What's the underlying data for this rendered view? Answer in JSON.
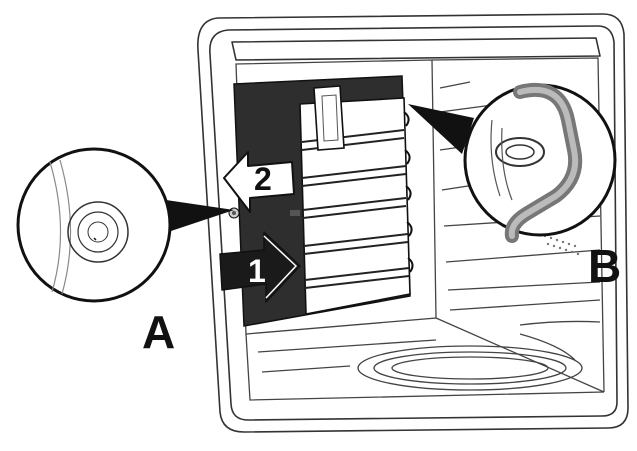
{
  "labels": {
    "callout_a": "A",
    "callout_b": "B",
    "step_1": "1",
    "step_2": "2"
  },
  "colors": {
    "line": "#333333",
    "panel": "#2e2e2e",
    "arrow_fill": "#1a1a1a",
    "arrow_light": "#ffffff",
    "magnifier_fill": "#ffffff",
    "guide_gray": "#888888"
  },
  "icons": {
    "arrow_1": "arrow-right-icon",
    "arrow_2": "arrow-left-icon",
    "magnifier_a": "magnifier-screw-icon",
    "magnifier_b": "magnifier-hook-icon"
  }
}
